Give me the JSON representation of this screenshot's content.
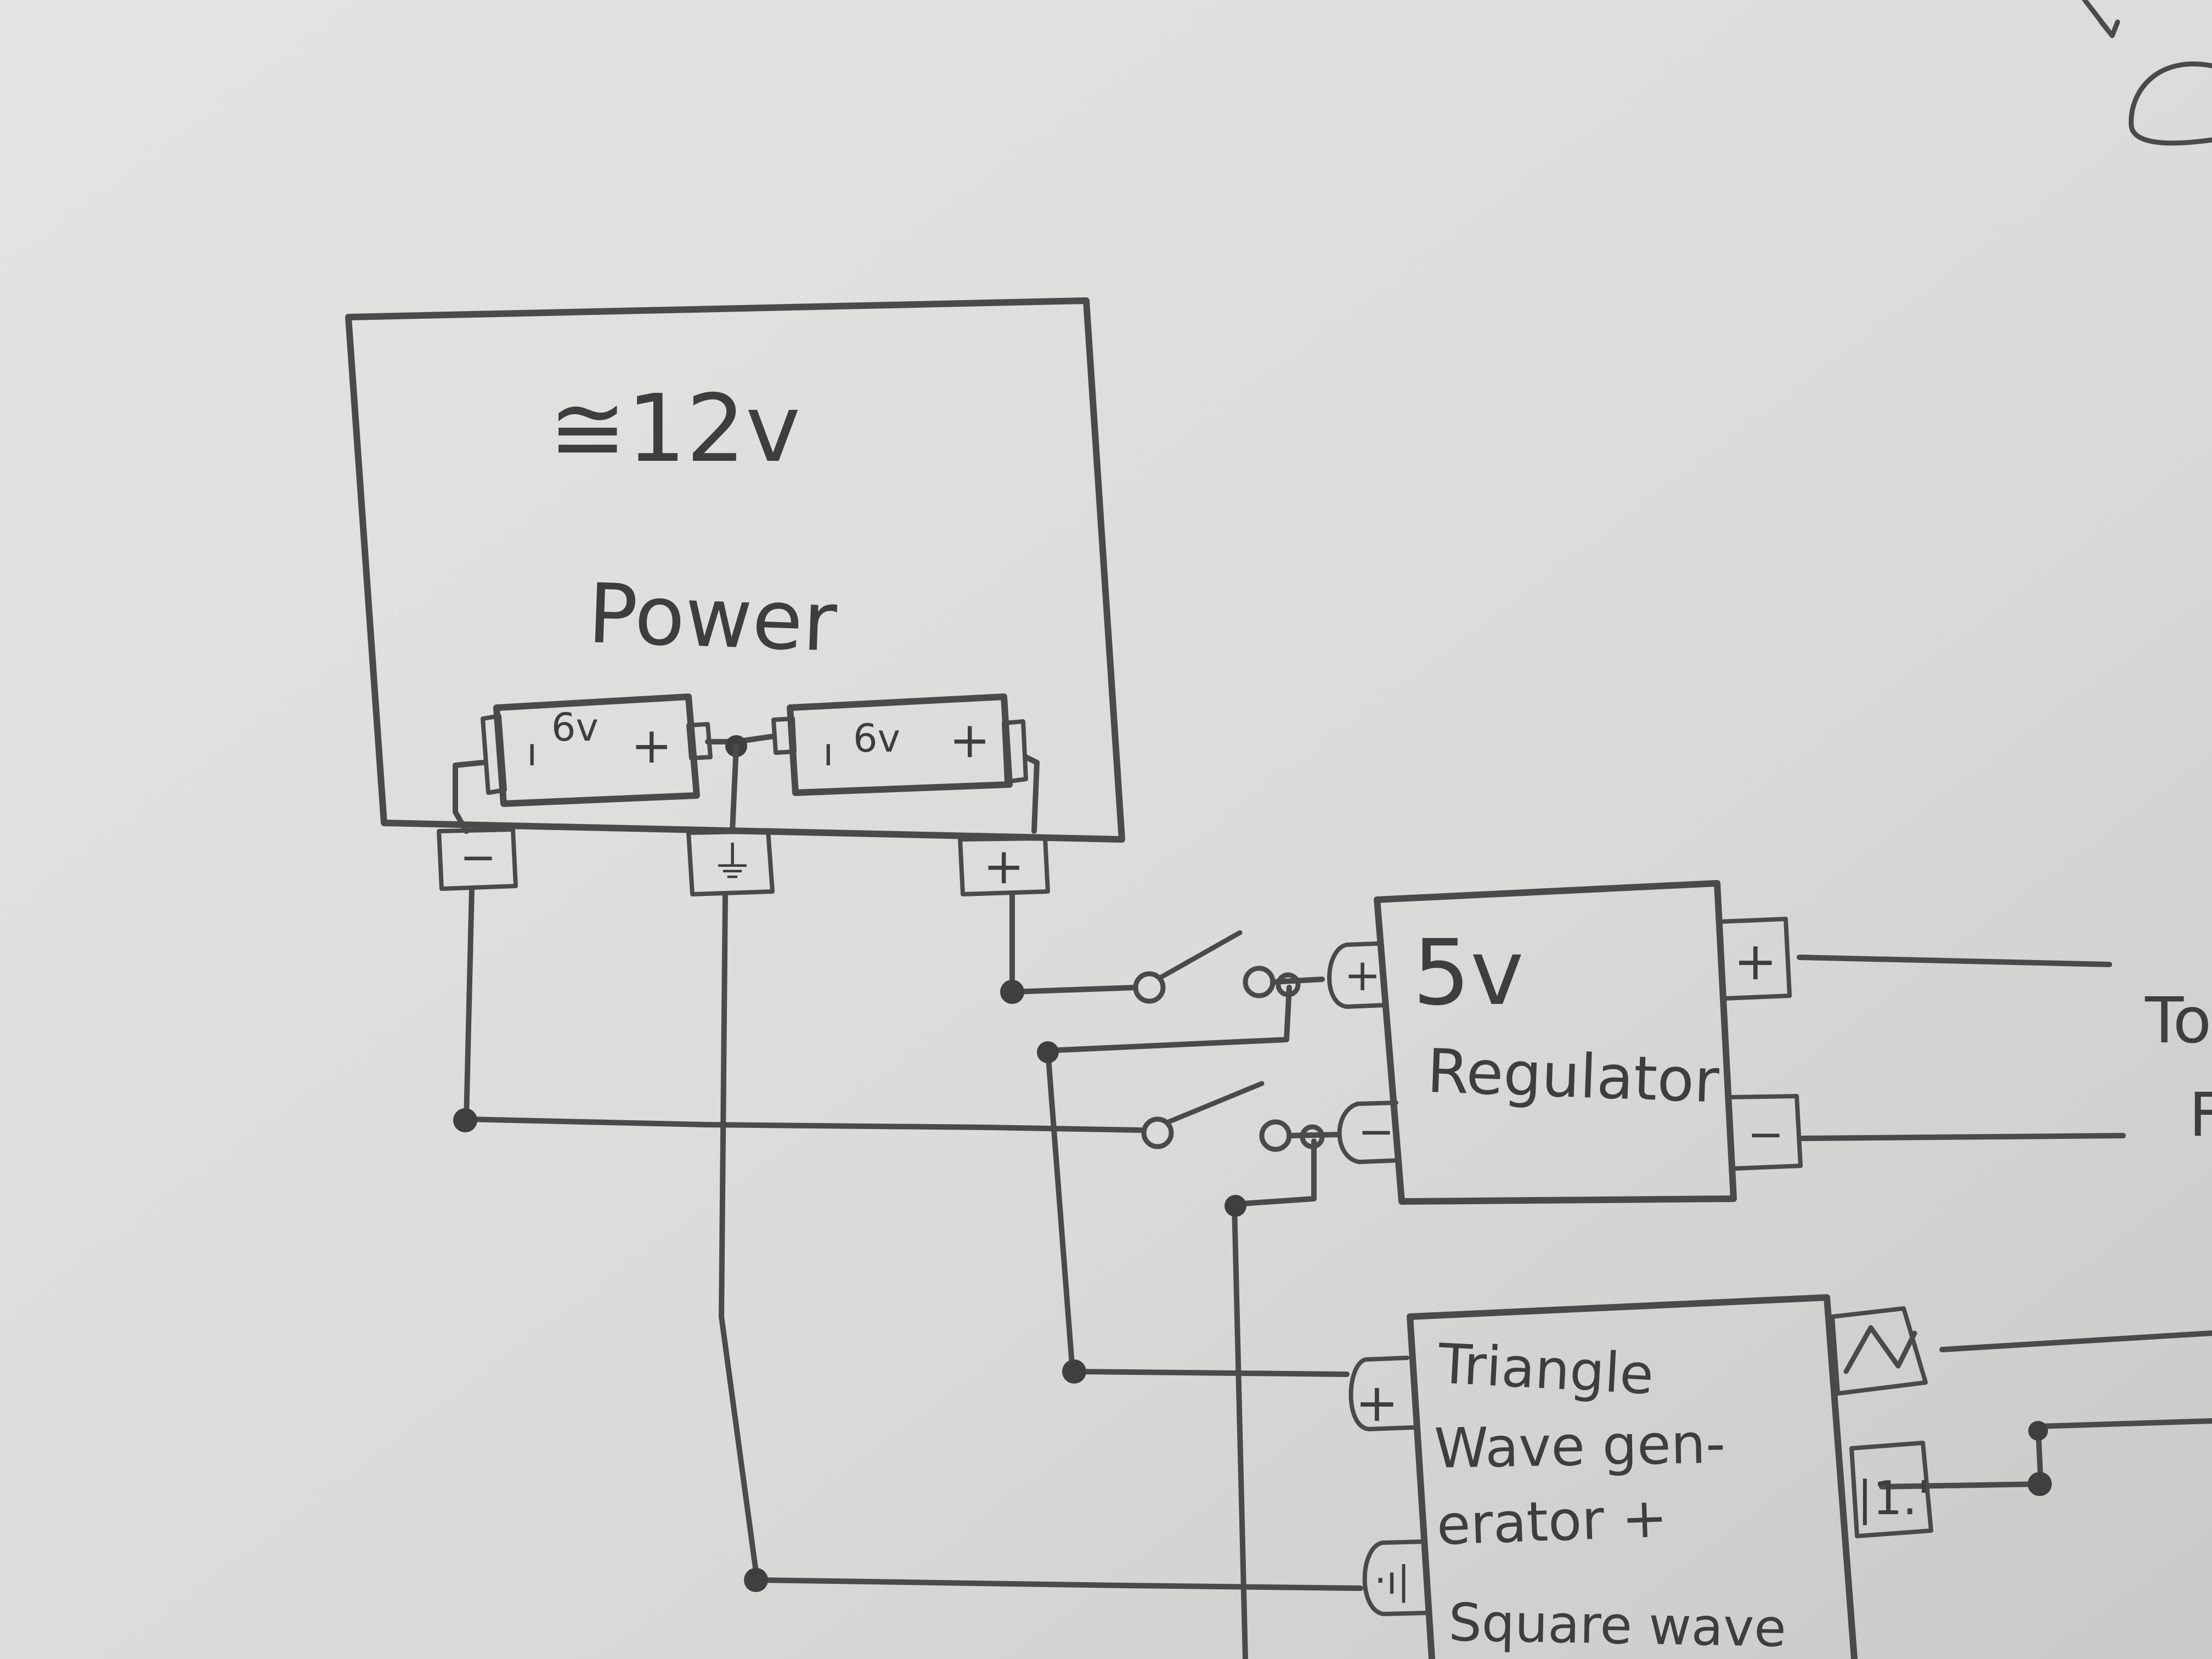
{
  "diagram": {
    "power_block": {
      "voltage_label": "≅12v",
      "title": "Power",
      "cell_left_label": "6v",
      "cell_right_label": "6v",
      "pin_neg_label": "−",
      "pin_gnd_label": "⏚",
      "pin_pos_label": "+"
    },
    "regulator_block": {
      "title_line1": "5v",
      "title_line2": "Regulator",
      "in_pos_label": "+",
      "in_neg_label": "−",
      "out_pos_label": "+",
      "out_neg_label": "−"
    },
    "wave_block": {
      "line1": "Triangle",
      "line2": "Wave gen-",
      "line3": "erator +",
      "line4": "Square wave",
      "in_pos_label": "+",
      "out_square_label": "|1.'",
      "gnd_label": "·ı|"
    },
    "edge_text": {
      "to_fragment": "To",
      "second_fragment": "F"
    }
  }
}
